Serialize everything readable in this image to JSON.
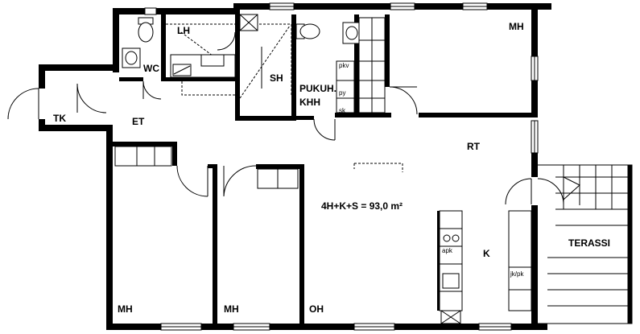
{
  "floorplan": {
    "summary": "4H+K+S = 93,0 m²",
    "rooms": {
      "lh": "LH",
      "wc": "WC",
      "sh": "SH",
      "pukuh": "PUKUH.",
      "khh": "KHH",
      "tk": "TK",
      "et": "ET",
      "mh_top": "MH",
      "rt": "RT",
      "k": "K",
      "terassi": "TERASSI",
      "mh_left": "MH",
      "mh_mid": "MH",
      "oh": "OH"
    },
    "fixtures": {
      "pkv": "pkv",
      "py": "py",
      "sk": "sk",
      "apk": "apk",
      "jkpk": "jk/pk"
    },
    "colors": {
      "wall": "#000000",
      "background": "#ffffff"
    }
  }
}
